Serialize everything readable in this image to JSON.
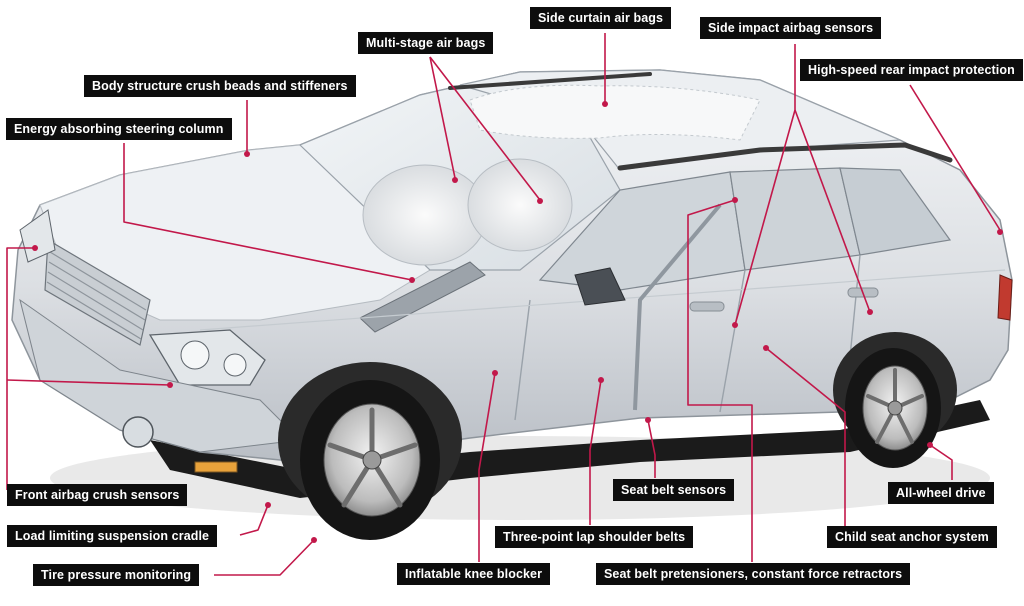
{
  "diagram": {
    "callouts": {
      "side_curtain": "Side curtain air bags",
      "side_impact_sensors": "Side impact airbag sensors",
      "multi_stage": "Multi-stage air bags",
      "rear_impact": "High-speed rear impact protection",
      "body_structure": "Body structure crush beads and stiffeners",
      "steering_column": "Energy absorbing steering column",
      "front_sensors": "Front airbag crush sensors",
      "seat_belt_sensors": "Seat belt sensors",
      "awd": "All-wheel drive",
      "suspension_cradle": "Load limiting suspension cradle",
      "three_point_belts": "Three-point lap shoulder belts",
      "child_seat": "Child seat anchor system",
      "tire_pressure": "Tire pressure monitoring",
      "knee_blocker": "Inflatable knee blocker",
      "pretensioners": "Seat belt pretensioners, constant force retractors"
    }
  },
  "colors": {
    "label_bg": "#0d0d0d",
    "label_text": "#ffffff",
    "leader": "#c2184a",
    "car_body": "#d9dde2",
    "glass": "#e8edf1",
    "tire": "#151515"
  }
}
